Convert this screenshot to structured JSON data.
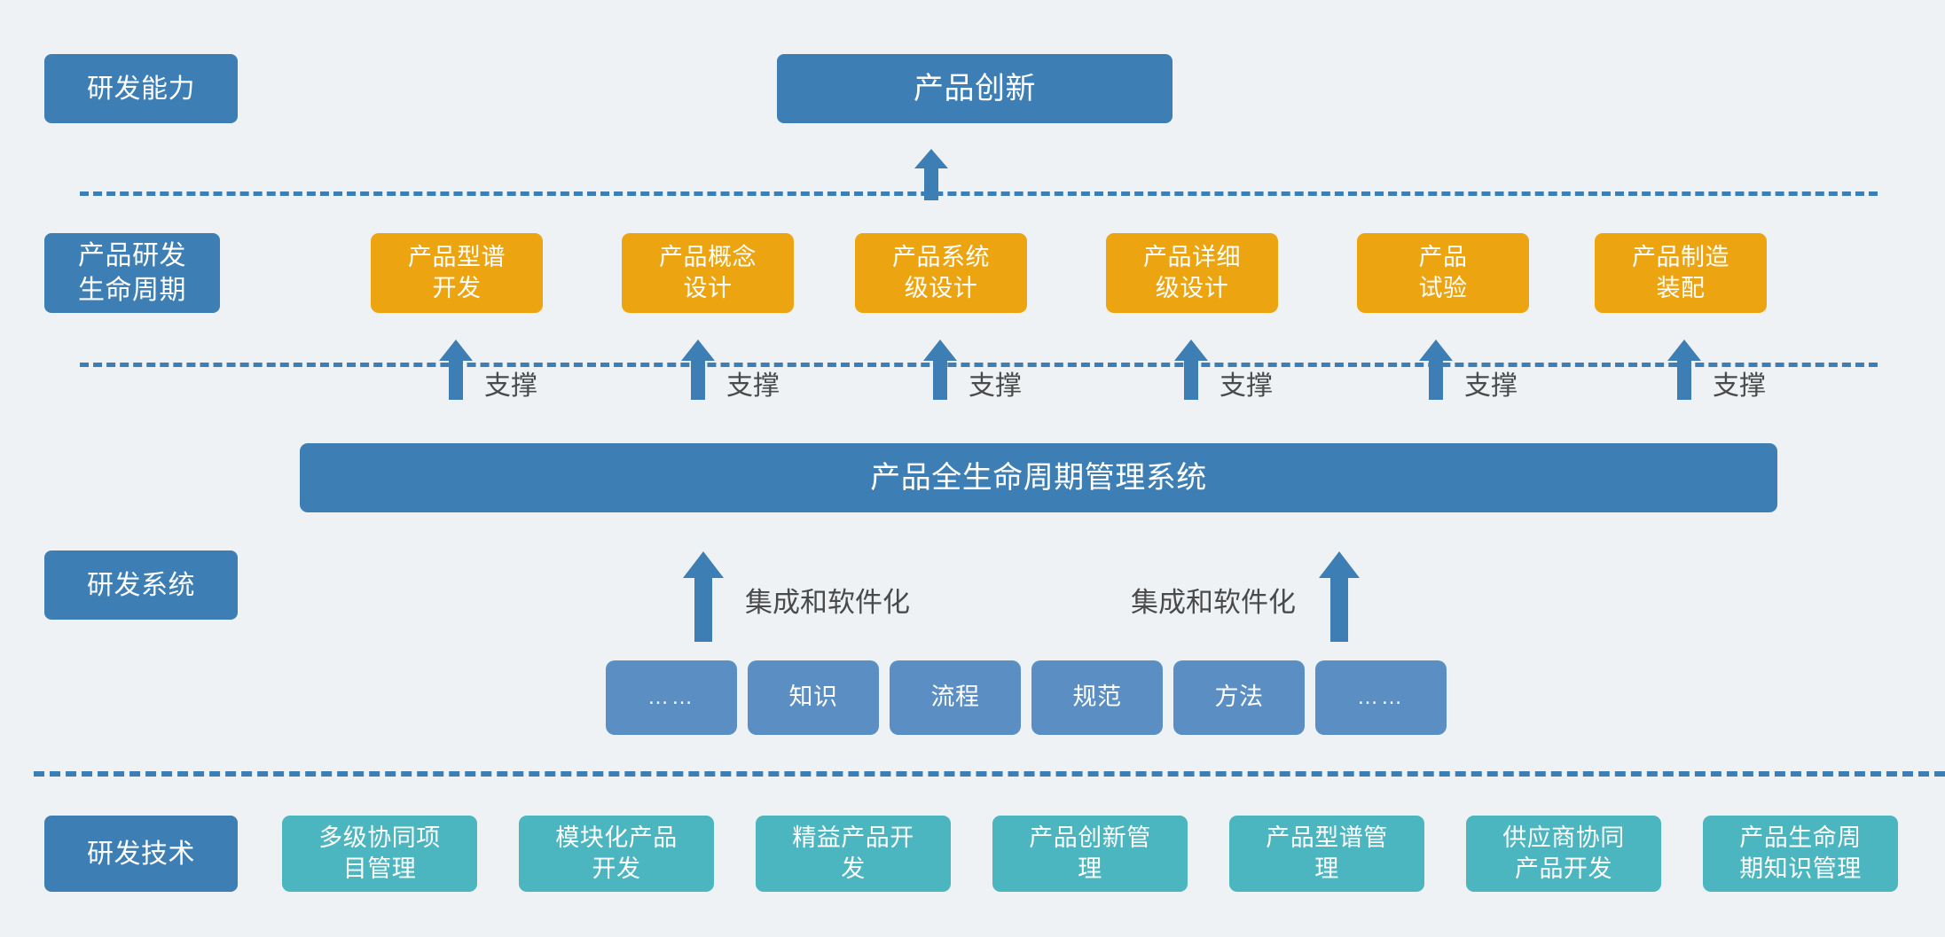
{
  "palette": {
    "background": "#eef2f5",
    "blue": "#3d7fb4",
    "light_blue": "#5b8fc4",
    "orange": "#eda411",
    "teal": "#4cb6c0",
    "caption_text": "#4a4a4a",
    "box_text": "#ffffff"
  },
  "row_labels": {
    "capability": "研发能力",
    "lifecycle": "产品研发\n生命周期",
    "system": "研发系统",
    "technology": "研发技术"
  },
  "headline": {
    "title": "产品创新"
  },
  "stages": [
    {
      "label": "产品型谱\n开发"
    },
    {
      "label": "产品概念\n设计"
    },
    {
      "label": "产品系统\n级设计"
    },
    {
      "label": "产品详细\n级设计"
    },
    {
      "label": "产品\n试验"
    },
    {
      "label": "产品制造\n装配"
    }
  ],
  "support_captions": [
    "支撑",
    "支撑",
    "支撑",
    "支撑",
    "支撑",
    "支撑"
  ],
  "plm": {
    "title": "产品全生命周期管理系统"
  },
  "integration_captions": {
    "left": "集成和软件化",
    "right": "集成和软件化"
  },
  "knowledge_chips": [
    {
      "label": "……"
    },
    {
      "label": "知识"
    },
    {
      "label": "流程"
    },
    {
      "label": "规范"
    },
    {
      "label": "方法"
    },
    {
      "label": "……"
    }
  ],
  "technologies": [
    {
      "label": "多级协同项\n目管理"
    },
    {
      "label": "模块化产品\n开发"
    },
    {
      "label": "精益产品开\n发"
    },
    {
      "label": "产品创新管\n理"
    },
    {
      "label": "产品型谱管\n理"
    },
    {
      "label": "供应商协同\n产品开发"
    },
    {
      "label": "产品生命周\n期知识管理"
    }
  ]
}
